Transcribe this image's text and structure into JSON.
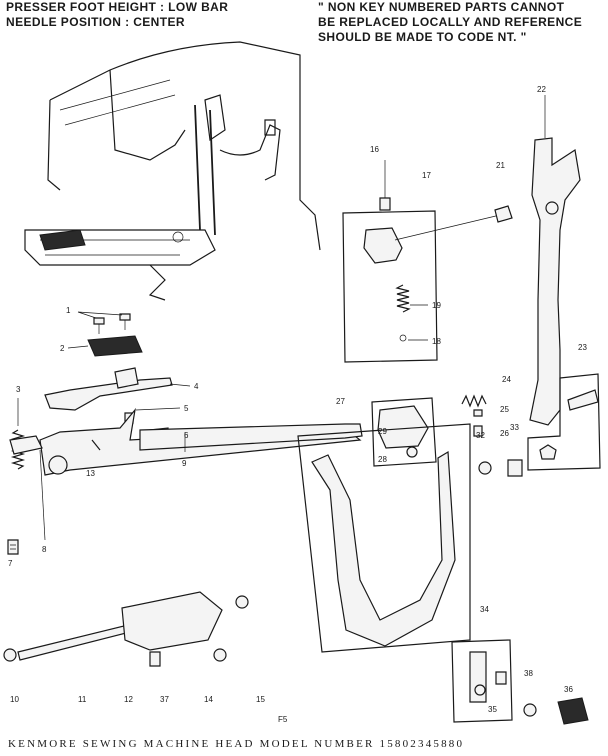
{
  "header": {
    "left_lines": [
      "PRESSER FOOT HEIGHT : LOW BAR",
      "NEEDLE POSITION : CENTER"
    ],
    "right_lines": [
      "\" NON KEY NUMBERED PARTS CANNOT",
      "BE REPLACED LOCALLY AND REFERENCE",
      "SHOULD BE MADE TO CODE NT. \""
    ]
  },
  "callouts": {
    "c1": "1",
    "c2": "2",
    "c3": "3",
    "c4": "4",
    "c5": "5",
    "c6": "6",
    "c7": "7",
    "c8": "8",
    "c9": "9",
    "c10": "10",
    "c11": "11",
    "c12": "12",
    "c13": "13",
    "c14": "14",
    "c15": "15",
    "c16": "16",
    "c17": "17",
    "c18": "18",
    "c19": "19",
    "c21": "21",
    "c22": "22",
    "c23": "23",
    "c24": "24",
    "c25": "25",
    "c26": "26",
    "c27": "27",
    "c28": "28",
    "c29": "29",
    "c32": "32",
    "c33": "33",
    "c34": "34",
    "c35": "35",
    "c36": "36",
    "c37": "37",
    "c38": "38"
  },
  "page_code": "F5",
  "footer": "KENMORE SEWING MACHINE HEAD MODEL NUMBER 15802345880"
}
